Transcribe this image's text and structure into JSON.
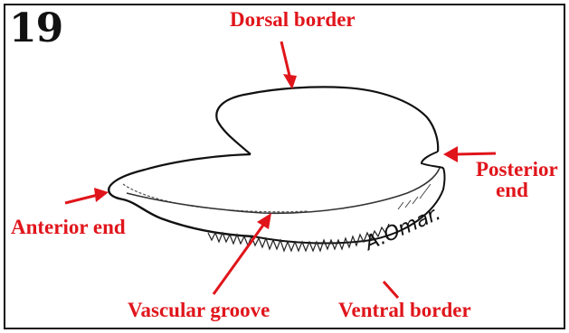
{
  "figure": {
    "number": "19",
    "signature": "A.Omar.",
    "label_color": "#e0151b",
    "labels": {
      "dorsal_border": "Dorsal border",
      "anterior_end": "Anterior end",
      "posterior_end_line1": "Posterior",
      "posterior_end_line2": "end",
      "vascular_groove": "Vascular groove",
      "ventral_border": "Ventral border"
    }
  }
}
